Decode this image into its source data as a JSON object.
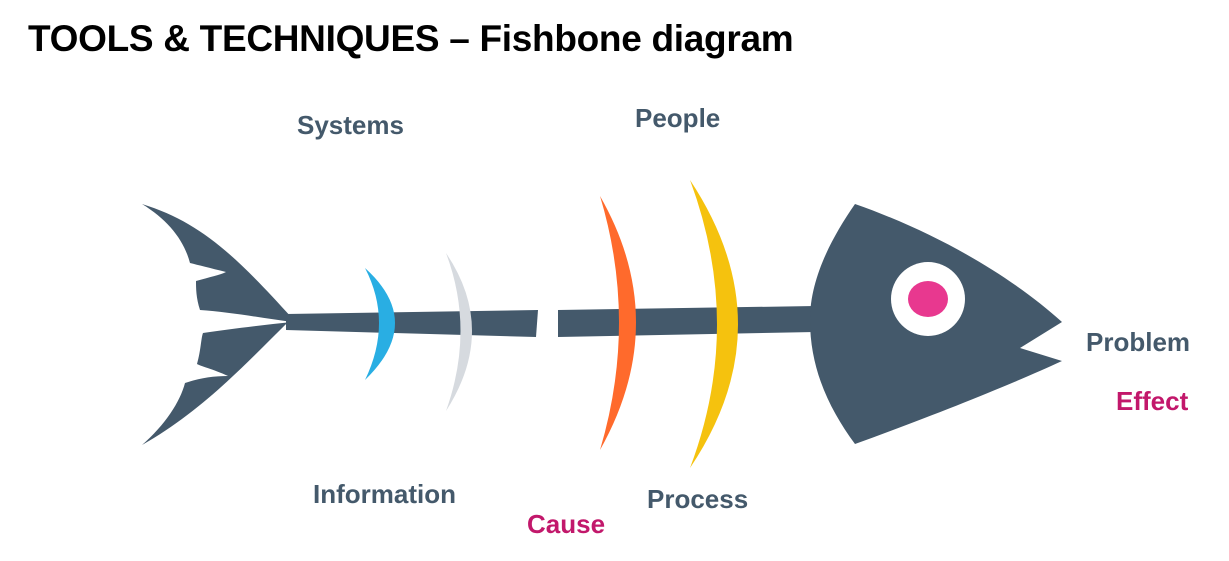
{
  "title": "TOOLS & TECHNIQUES – Fishbone diagram",
  "labels": {
    "systems": "Systems",
    "people": "People",
    "information": "Information",
    "process": "Process",
    "cause": "Cause",
    "problem": "Problem",
    "effect": "Effect"
  },
  "colors": {
    "fish_body": "#44596b",
    "eye_white": "#ffffff",
    "eye_pupil": "#e8388f",
    "rib_blue": "#29aee3",
    "rib_gray": "#d6dadf",
    "rib_orange": "#ff6a2c",
    "rib_yellow": "#f5c20e",
    "accent_text": "#c2186b",
    "label_text": "#44596b"
  }
}
